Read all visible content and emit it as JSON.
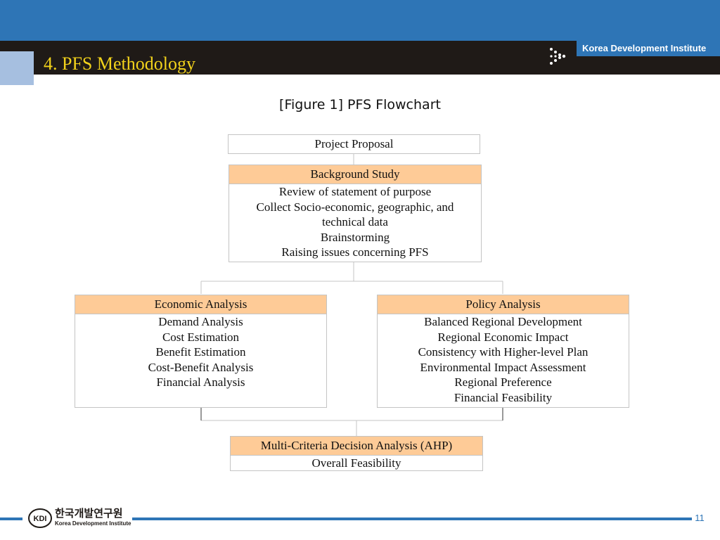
{
  "header": {
    "title": "4. PFS Methodology",
    "brand": "Korea Development Institute"
  },
  "figure": {
    "caption": "[Figure 1] PFS Flowchart"
  },
  "flowchart": {
    "project_proposal": "Project Proposal",
    "background_study": {
      "title": "Background Study",
      "items": [
        "Review of statement of purpose",
        "Collect Socio-economic, geographic, and",
        "technical data",
        "Brainstorming",
        "Raising issues concerning PFS"
      ]
    },
    "economic_analysis": {
      "title": "Economic Analysis",
      "items": [
        "Demand Analysis",
        "Cost Estimation",
        "Benefit Estimation",
        "Cost-Benefit Analysis",
        "Financial Analysis"
      ]
    },
    "policy_analysis": {
      "title": "Policy Analysis",
      "items": [
        "Balanced Regional Development",
        "Regional Economic Impact",
        "Consistency with Higher-level Plan",
        "Environmental Impact Assessment",
        "Regional Preference",
        "Financial Feasibility"
      ]
    },
    "mcda": {
      "title": "Multi-Criteria Decision Analysis (AHP)",
      "items": [
        "Overall Feasibility"
      ]
    }
  },
  "footer": {
    "logo_korean": "한국개발연구원",
    "logo_english": "Korea Development Institute",
    "emblem_text": "KDI",
    "page_number": "11"
  },
  "colors": {
    "header_blue": "#2e75b6",
    "title_bar": "#1f1a17",
    "title_text": "#f2d21b",
    "box_header": "#fecb97",
    "box_border": "#c4c4c4"
  }
}
